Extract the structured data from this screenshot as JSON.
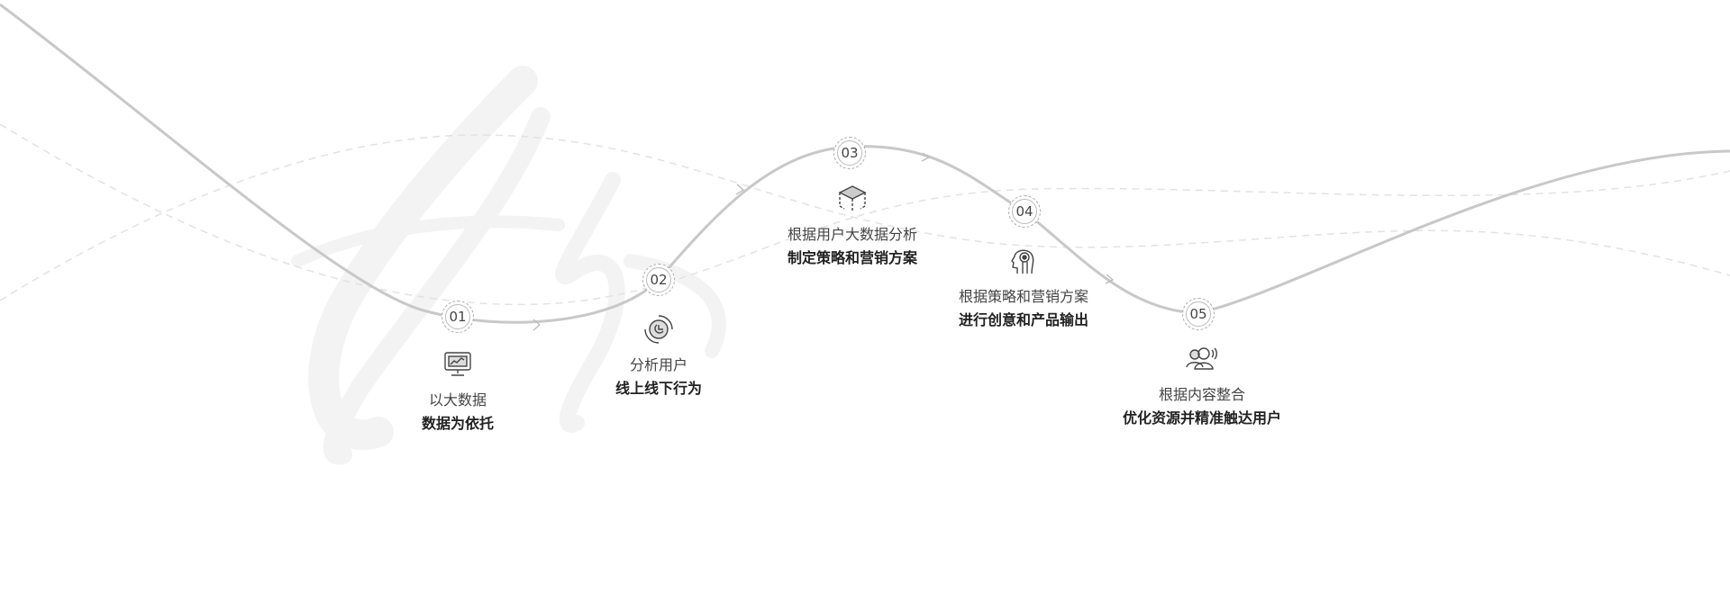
{
  "steps": [
    {
      "number": "01",
      "icon": "monitor-chart-icon",
      "line1": "以大数据",
      "line2": "数据为依托"
    },
    {
      "number": "02",
      "icon": "pie-chart-cycle-icon",
      "line1": "分析用户",
      "line2": "线上线下行为"
    },
    {
      "number": "03",
      "icon": "cube-icon",
      "line1": "根据用户大数据分析",
      "line2": "制定策略和营销方案"
    },
    {
      "number": "04",
      "icon": "head-idea-icon",
      "line1": "根据策略和营销方案",
      "line2": "进行创意和产品输出"
    },
    {
      "number": "05",
      "icon": "users-broadcast-icon",
      "line1": "根据内容整合",
      "line2": "优化资源并精准触达用户"
    }
  ],
  "colors": {
    "curve": "#c8c8c8",
    "dashed": "#e2e2e2",
    "watermark": "#f4f4f4",
    "text": "#444444",
    "bold": "#222222"
  }
}
